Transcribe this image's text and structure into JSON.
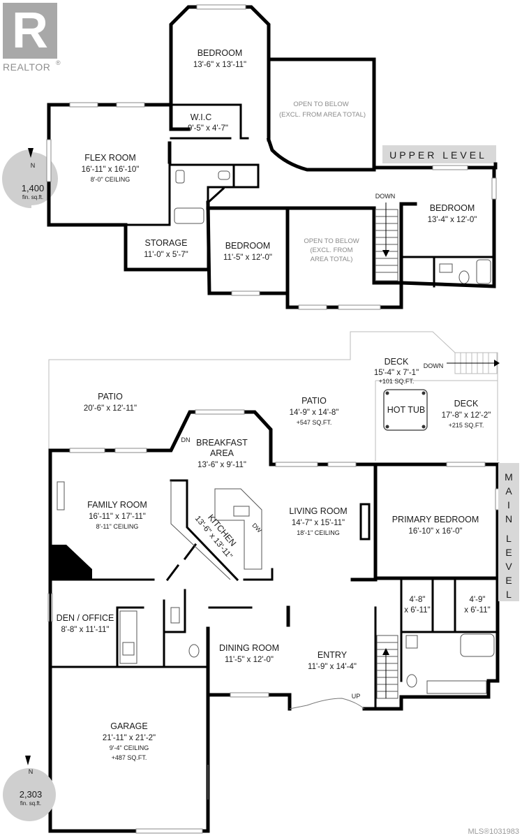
{
  "brand": {
    "name": "REALTOR",
    "mark": "®",
    "letter": "R"
  },
  "mls": "MLS®1031983",
  "upper_level": {
    "banner": "UPPER LEVEL",
    "area": {
      "value": "1,400",
      "unit": "fin. sq.ft."
    },
    "compass": "N",
    "rooms": [
      {
        "name": "BEDROOM",
        "dims": "13'-6\" x 13'-11\""
      },
      {
        "name": "W.I.C",
        "dims": "9'-5\" x 4'-7\""
      },
      {
        "name": "OPEN TO BELOW",
        "dims": "(EXCL. FROM AREA TOTAL)"
      },
      {
        "name": "FLEX ROOM",
        "dims": "16'-11\" x 16'-10\"",
        "note": "8'-0\" CEILING"
      },
      {
        "name": "STORAGE",
        "dims": "11'-0\" x 5'-7\""
      },
      {
        "name": "BEDROOM",
        "dims": "11'-5\" x 12'-0\""
      },
      {
        "name": "OPEN TO BELOW",
        "dims": "(EXCL. FROM",
        "note": "AREA TOTAL)"
      },
      {
        "name": "BEDROOM",
        "dims": "13'-4\" x 12'-0\""
      }
    ],
    "stair": "DOWN"
  },
  "main_level": {
    "banner": [
      "M",
      "A",
      "I",
      "N",
      "L",
      "E",
      "V",
      "E",
      "L"
    ],
    "area": {
      "value": "2,303",
      "unit": "fin. sq.ft."
    },
    "compass": "N",
    "rooms": [
      {
        "name": "DECK",
        "dims": "15'-4\" x 7'-1\"",
        "note": "+101 SQ.FT."
      },
      {
        "name": "PATIO",
        "dims": "20'-6\" x 12'-11\""
      },
      {
        "name": "PATIO",
        "dims": "14'-9\" x 14'-8\"",
        "note": "+547 SQ.FT."
      },
      {
        "name": "HOT TUB"
      },
      {
        "name": "DECK",
        "dims": "17'-8\" x 12'-2\"",
        "note": "+215 SQ.FT."
      },
      {
        "name": "BREAKFAST",
        "dims": "AREA",
        "note": "13'-6\" x 9'-11\""
      },
      {
        "name": "FAMILY ROOM",
        "dims": "16'-11\" x 17'-11\"",
        "note": "8'-11\" CEILING"
      },
      {
        "name": "KITCHEN",
        "dims": "13'-6\" x 13'-11\""
      },
      {
        "name": "LIVING ROOM",
        "dims": "14'-7\" x 15'-11\"",
        "note": "18'-1\" CEILING"
      },
      {
        "name": "PRIMARY BEDROOM",
        "dims": "16'-10\" x 16'-0\""
      },
      {
        "name": "4'-8\"",
        "dims": "x 6'-11\""
      },
      {
        "name": "4'-9\"",
        "dims": "x 6'-11\""
      },
      {
        "name": "DEN / OFFICE",
        "dims": "8'-8\" x 11'-11\""
      },
      {
        "name": "DINING ROOM",
        "dims": "11'-5\" x 12'-0\""
      },
      {
        "name": "ENTRY",
        "dims": "11'-9\" x 14'-4\""
      },
      {
        "name": "GARAGE",
        "dims": "21'-11\" x 21'-2\"",
        "note": "9'-4\" CEILING",
        "extra": "+487 SQ.FT."
      }
    ],
    "labels": {
      "down": "DOWN",
      "dn": "DN",
      "up": "UP",
      "dw": "DW"
    }
  }
}
